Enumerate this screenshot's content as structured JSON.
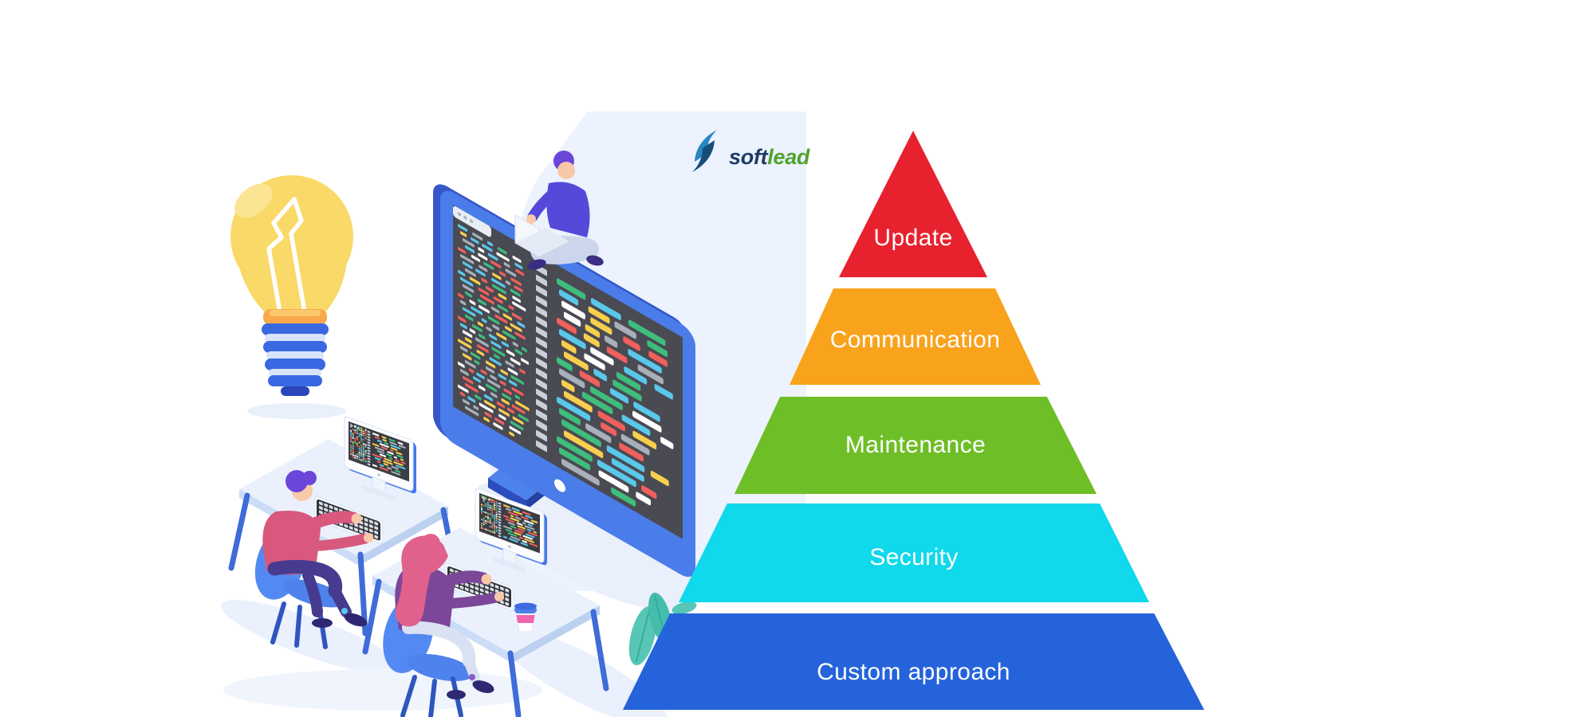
{
  "brand": {
    "name": "softlead",
    "soft": "soft",
    "lead": "lead",
    "soft_color": "#1E3B66",
    "lead_color": "#4FA32C",
    "icon_blue_light": "#2B86C4",
    "icon_blue_dark": "#174E79"
  },
  "pyramid": {
    "label_color": "#FFFFFF",
    "levels": [
      {
        "label": "Update",
        "color": "#E8212E"
      },
      {
        "label": "Communication",
        "color": "#F9A21B"
      },
      {
        "label": "Maintenance",
        "color": "#6EBE27"
      },
      {
        "label": "Security",
        "color": "#10D9EC"
      },
      {
        "label": "Custom approach",
        "color": "#2563DB"
      }
    ]
  },
  "illustration": {
    "theme": "software development team at work",
    "background_blob": "#ECF2FE",
    "shadow": "#E9EFFB",
    "monitor_frame": "#4A7CEA",
    "screen": "#4A4A52",
    "desk_top": "#EAF1FD",
    "furniture_blue": "#3E6CD8",
    "chair_blue": "#5389F2",
    "bulb_yellow": "#F9D967",
    "bulb_base_blue": "#3A67E2",
    "leaf_teal": "#57C6B7",
    "code_colors": [
      "#F2605C",
      "#F8CF4D",
      "#3EBD7D",
      "#5AC8EB",
      "#FFFFFF",
      "#A9B0BA"
    ]
  },
  "chart_data": {
    "type": "pyramid",
    "levels_top_to_bottom": [
      "Update",
      "Communication",
      "Maintenance",
      "Security",
      "Custom approach"
    ],
    "colors": [
      "#E8212E",
      "#F9A21B",
      "#6EBE27",
      "#10D9EC",
      "#2563DB"
    ],
    "legend_position": "none",
    "title": ""
  }
}
